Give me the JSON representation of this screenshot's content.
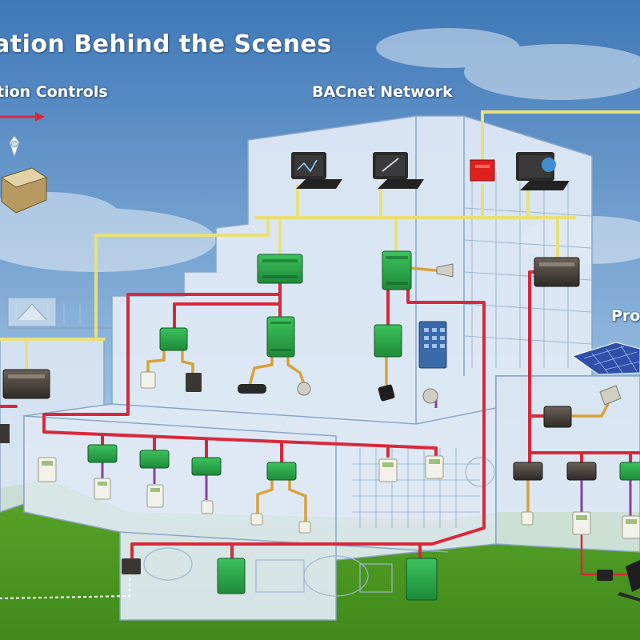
{
  "title": "ation Behind the Scenes",
  "labels": {
    "left_section": "tion Controls",
    "bacnet": "BACnet Network",
    "right_section": "Pro"
  },
  "colors": {
    "sky_top": "#3f78b8",
    "sky_bottom": "#cfe1f1",
    "grass": "#4f9a22",
    "building_fill": "#dfe9f4",
    "building_line": "#8aa6c6",
    "bacnet_bus": "#e8e07a",
    "field_bus": "#d9283a",
    "sensor_wire": "#d9a13a",
    "purple_wire": "#8a3fa0",
    "controller_green": "#2aa84a",
    "arrow_red": "#d9283a",
    "router_red": "#e0201c",
    "solar_blue": "#2f4fa8"
  },
  "icons": [
    "workstation-graph-icon",
    "workstation-tools-icon",
    "workstation-globe-icon",
    "router-icon",
    "rooftop-unit-icon",
    "thermostat-icon",
    "solar-panel-icon",
    "laptop-icon",
    "occupancy-sensor-icon",
    "valve-actuator-icon",
    "keypad-icon",
    "arrow-right-icon"
  ]
}
